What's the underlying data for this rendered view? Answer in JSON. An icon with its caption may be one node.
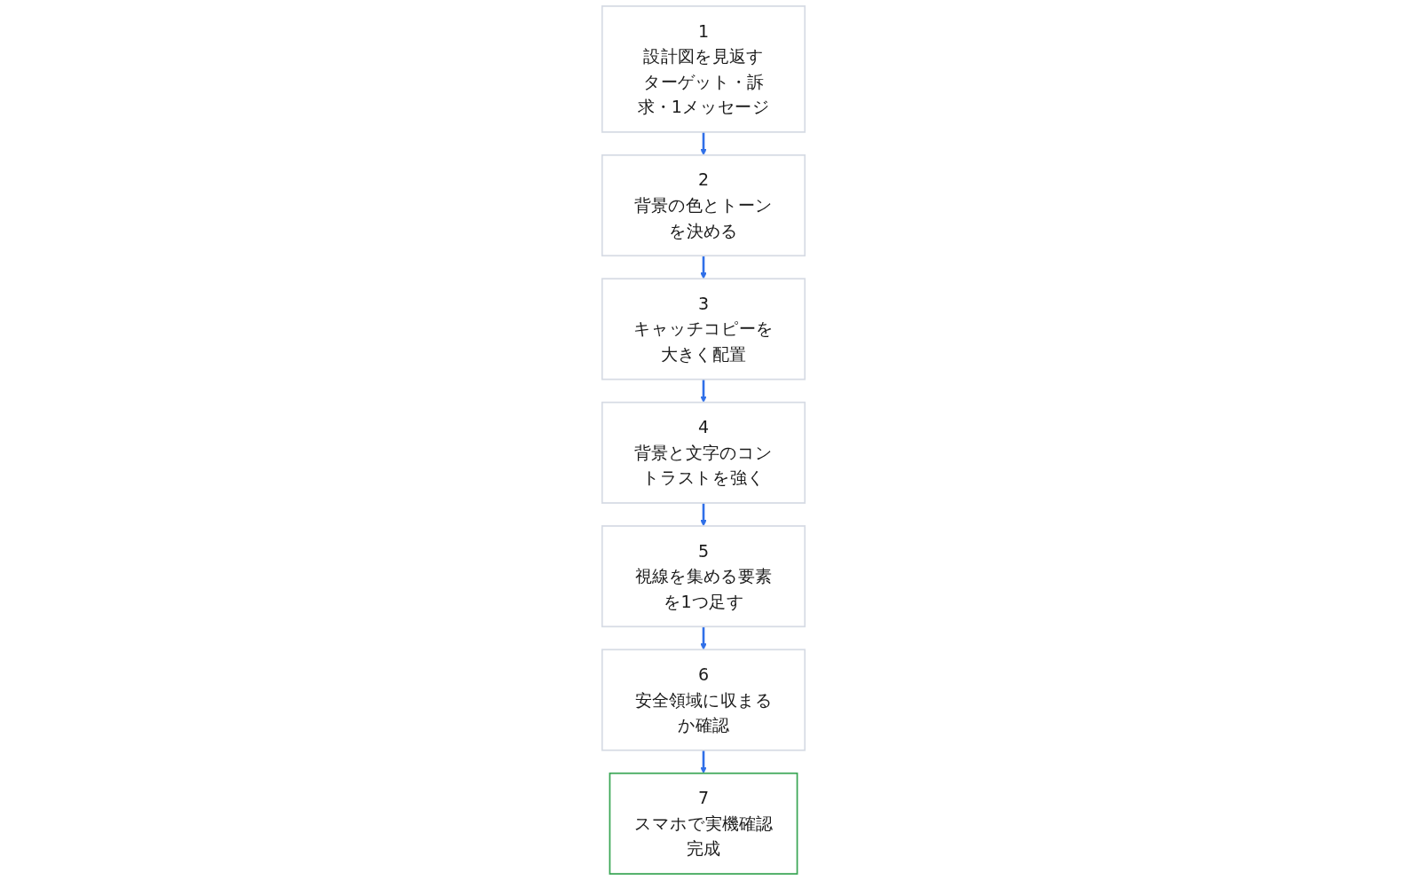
{
  "diagram": {
    "nodes": [
      {
        "text": [
          "1",
          "設計図を見返す",
          "ターゲット・訴求・1メッセージ"
        ]
      },
      {
        "text": [
          "2",
          "背景の色とトーンを決める"
        ]
      },
      {
        "text": [
          "3",
          "キャッチコピーを大きく配置"
        ]
      },
      {
        "text": [
          "4",
          "背景と文字のコントラストを強く"
        ]
      },
      {
        "text": [
          "5",
          "視線を集める要素を1つ足す"
        ]
      },
      {
        "text": [
          "6",
          "安全領域に収まるか確認"
        ]
      },
      {
        "text": [
          "7",
          "スマホで実機確認",
          "完成"
        ]
      }
    ],
    "edges": [
      {
        "from": 0,
        "to": 1,
        "arrow": "to"
      },
      {
        "from": 1,
        "to": 2,
        "arrow": "to"
      },
      {
        "from": 2,
        "to": 3,
        "arrow": "to"
      },
      {
        "from": 3,
        "to": 4,
        "arrow": "to"
      },
      {
        "from": 4,
        "to": 5,
        "arrow": "to"
      },
      {
        "from": 5,
        "to": 6,
        "arrow": "to"
      }
    ]
  }
}
